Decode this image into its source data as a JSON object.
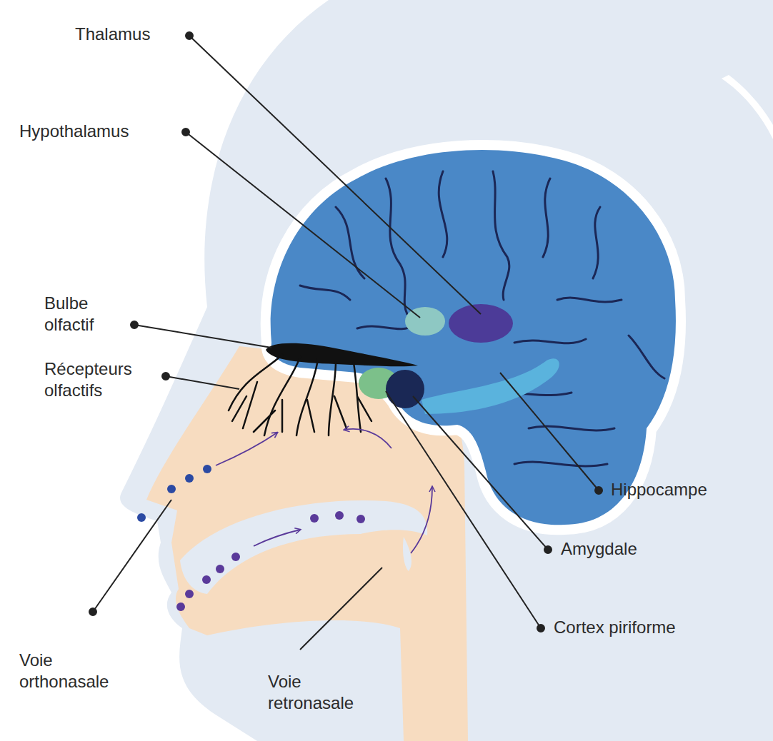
{
  "diagram": {
    "labels": [
      "Thalamus",
      "Hypothalamus",
      "Bulbe olfactif",
      "Récepteurs olfactifs",
      "Hippocampe",
      "Amygdale",
      "Cortex piriforme",
      "Voie orthonasale",
      "Voie retronasale"
    ]
  }
}
